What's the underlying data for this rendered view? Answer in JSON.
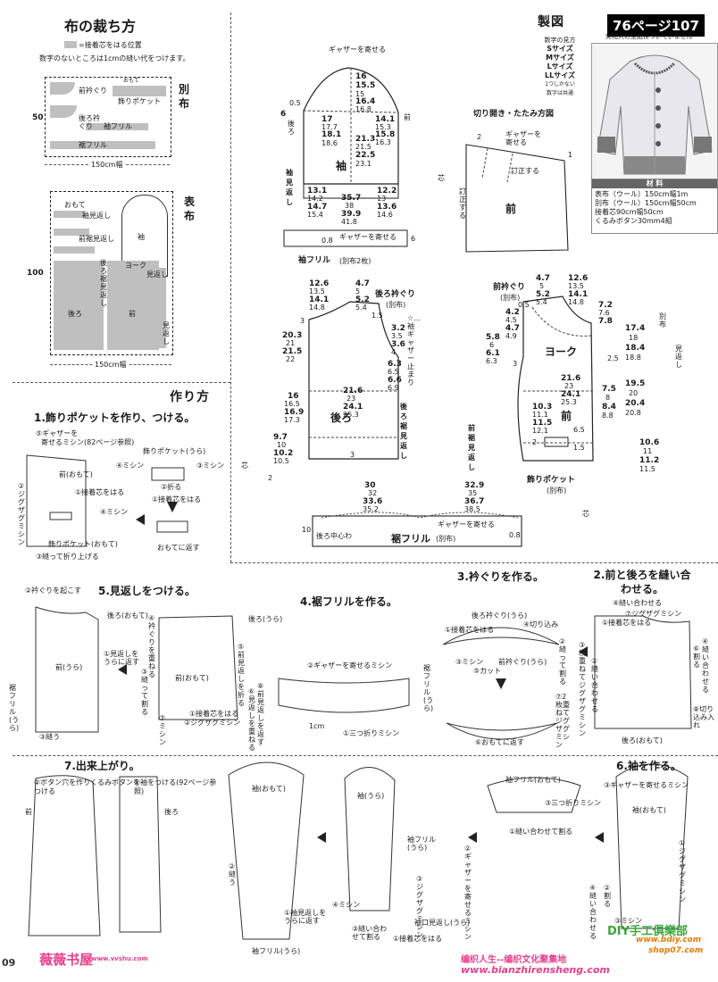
{
  "cutting": {
    "title": "布の裁ち方",
    "legend": "=接着芯をはる位置",
    "note": "数字のないところは1cmの縫い代をつけます。",
    "betsu_title": "別布",
    "omote_title": "表布",
    "dim_50": "50",
    "dim_100": "100",
    "width_label": "150cm幅",
    "wa": "わ",
    "betsu_labels": [
      "前衿ぐり",
      "おもて",
      "飾りポケット",
      "後ろ衿ぐり",
      "袖フリル",
      "裾フリル"
    ],
    "omote_labels": [
      "おもて",
      "袖見返し",
      "前裾見返し",
      "袖",
      "後ろ裾見返し",
      "ヨーク",
      "見返し",
      "後ろ",
      "前",
      "見返し"
    ]
  },
  "seizu": {
    "title": "製図",
    "legend": [
      "数字の見方",
      "Sサイズ",
      "Mサイズ",
      "Lサイズ",
      "LLサイズ",
      "1つしかない",
      "数字は共通"
    ]
  },
  "header": {
    "page_ref": "76ページ107",
    "pattern_note": "実物大の型紙はついていません"
  },
  "materials": {
    "title": "材 料",
    "items": [
      "表布（ウール）150cm幅1m",
      "別布（ウール）150cm幅50cm",
      "接着芯90cm幅50cm",
      "くるみボタン30mm4組"
    ]
  },
  "sleeve": {
    "gather": "ギャザーを寄せる",
    "label": "袖",
    "mae": "前",
    "ushiro": "後ろ",
    "facing": "袖見返し",
    "nums_top": [
      "16",
      "15.5",
      "15",
      "16.4",
      "16.8"
    ],
    "nums_left": [
      "6",
      "0.5",
      "17",
      "17.7",
      "18.1",
      "18.6"
    ],
    "nums_right": [
      "14.1",
      "15.3",
      "15.8",
      "16.3"
    ],
    "nums_mid": [
      "21.3",
      "21.5",
      "22.5",
      "23.1"
    ],
    "nums_bottom_l": [
      "13.1",
      "14.2",
      "14.7",
      "15.4"
    ],
    "nums_bottom_m": [
      "35.7",
      "38",
      "39.9",
      "41.8"
    ],
    "nums_bottom_r": [
      "12.2",
      "13",
      "13.6",
      "14.6"
    ],
    "core": "芯",
    "frill_title": "袖フリル",
    "frill_sub": "(別布2枚)",
    "frill_gather": "ギャザーを寄せる",
    "frill_dim": "6",
    "frill_w": "0.8"
  },
  "kirihiraki": {
    "title": "切り開き・たたみ方図",
    "gather": "ギャザーを寄せる",
    "close": "訂正する",
    "fold": "訂正する",
    "mae": "前",
    "dim": "2",
    "one": "1"
  },
  "back": {
    "neck": "後ろ衿ぐり",
    "neck_sub": "(別布)",
    "gather_stop": "☆…袖ギャザー止まり",
    "label": "後ろ",
    "hem_facing": "後ろ裾見返し",
    "nums": [
      "12.6",
      "13.5",
      "14.1",
      "14.8",
      "4.7",
      "5",
      "5.2",
      "5.4",
      "1.5",
      "3",
      "20.3",
      "21",
      "21.5",
      "22",
      "3.2",
      "3.5",
      "3.6",
      "4",
      "6.3",
      "6.5",
      "6.6",
      "6.9",
      "21.6",
      "23",
      "24.1",
      "25.3",
      "16",
      "16.5",
      "16.9",
      "17.3",
      "9.7",
      "10",
      "10.2",
      "10.5",
      "3",
      "2"
    ],
    "core": "芯"
  },
  "front": {
    "neck": "前衿ぐり",
    "neck_sub": "(別布)",
    "yoke": "ヨーク",
    "label": "前",
    "hem_facing": "前裾見返し",
    "pocket": "飾りポケット",
    "pocket_sub": "(別布)",
    "facing": "見返し",
    "facing_sub": "別布",
    "nums": [
      "4.7",
      "5",
      "5.2",
      "5.4",
      "12.6",
      "13.5",
      "14.1",
      "14.8",
      "4.2",
      "4.5",
      "4.7",
      "4.9",
      "7.2",
      "7.6",
      "7.8",
      "5.8",
      "6",
      "6.1",
      "6.3",
      "3",
      "21.6",
      "23",
      "24.1",
      "25.3",
      "10.3",
      "11.1",
      "11.5",
      "12.1",
      "17.4",
      "18",
      "18.4",
      "18.8",
      "19.5",
      "20",
      "20.4",
      "20.8",
      "10.6",
      "11",
      "11.2",
      "11.5",
      "7.5",
      "8",
      "8.4",
      "8.8",
      "2.5",
      "2",
      "1.5",
      "6.5",
      "0.5"
    ]
  },
  "hemfrill": {
    "nums_l": [
      "30",
      "32",
      "33.6",
      "35.2"
    ],
    "nums_r": [
      "32.9",
      "35",
      "36.7",
      "38.5"
    ],
    "gather": "ギャザーを寄せる",
    "center": "後ろ中心わ",
    "label": "裾フリル",
    "sub": "(別布)",
    "dim_10": "10",
    "dim_08": "0.8",
    "core": "芯"
  },
  "howto": {
    "title": "作り方",
    "step1": "1.飾りポケットを作り、つける。",
    "step1_labels": [
      "⑤ギャザーを",
      "寄せるミシン(82ページ参照)",
      "飾りポケット(うら)",
      "④ミシン",
      "②折る",
      "③ミシン",
      "前(おもて)",
      "①接着芯をはる",
      "②ジグザグミシン",
      "④ミシン",
      "飾りポケット(おもて)",
      "③縫って折り上げる",
      "おもてに返す",
      "①接着芯をはる"
    ],
    "step2": "2.前と後ろを縫い合わせる。",
    "step2_labels": [
      "④縫い合わせる",
      "⑦ジグザグミシン",
      "①接着芯をはる",
      "③枚重ねてジグザグミシン",
      "⑥割る",
      "④縫い合わせる",
      "後ろ(おもて)",
      "②縫い合わせる",
      "⑧切り込み入れ"
    ],
    "step3": "3.衿ぐりを作る。",
    "step3_labels": [
      "後ろ衿ぐり(うら)",
      "①接着芯をはる",
      "④切り込み",
      "③ミシン",
      "前衿ぐり(うら)",
      "⑤カット",
      "②縫って割る",
      "⑥おもてに返す",
      "⑦2枚重ねてジグザグミシン"
    ],
    "step4": "4.裾フリルを作る。",
    "step4_labels": [
      "②ギャザーを寄せるミシン",
      "裾フリル(うら)",
      "1cm",
      "①三つ折りミシン"
    ],
    "step5": "5.見返しをつける。",
    "step5_labels": [
      "②衿ぐりを起こす",
      "後ろ(おもて)",
      "①見返しをうらに返す",
      "前(うら)",
      "裾フリル(うら)",
      "③縫う",
      "④衿ぐりを重ねる",
      "③縫って割る",
      "⑤前見返しを折る",
      "①接着芯をはる",
      "②ジグザグミシン",
      "⑥見返しを重ねる",
      "⑦ミシン",
      "⑧前見返しを返す",
      "前(おもて)",
      "後ろ(うら)"
    ],
    "step6": "6.袖を作る。",
    "step6_labels": [
      "③ギャザーを寄せるミシン",
      "袖(おもて)",
      "①ジグザグミシン",
      "②割る",
      "③ミシン",
      "④縫い合わせる"
    ],
    "step7": "7.出来上がり。",
    "step7_labels": [
      "②ボタン穴を作りくるみボタンをつける",
      "①袖をつける(92ページ参照)",
      "前",
      "後ろ"
    ],
    "sleeve_steps": [
      "袖(おもて)",
      "②縫う",
      "①袖見返しをうらに返す",
      "袖フリル(うら)",
      "袖(うら)",
      "袖フリル(うら)",
      "②ギャザーを寄せるミシン",
      "③ジグザグミシン",
      "④ミシン",
      "①接着芯をはる",
      "袖口見返し(うら)",
      "③縫い合わせて割る",
      "袖フリル(おもて)",
      "③三つ折りミシン",
      "①縫い合わせて割る"
    ]
  },
  "watermarks": {
    "left": "薇薇书屋",
    "left_url": "www.vvshu.com",
    "right_top": "DIY手工俱樂部",
    "right_url": "www.bdiy.com",
    "right_url2": "shop07.com",
    "bottom": "编织人生--编织文化聚集地",
    "bottom_url": "www.bianzhirensheng.com",
    "page_num": "09"
  },
  "colors": {
    "ink": "#1a1a1a",
    "gray": "#bfbfbf",
    "pink": "#e83e8c",
    "green": "#3aa63a",
    "orange": "#e87a00"
  }
}
